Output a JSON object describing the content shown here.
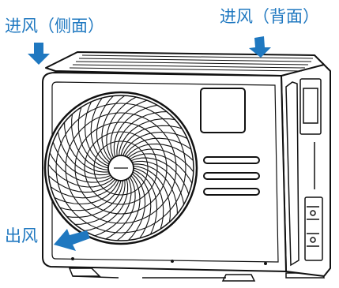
{
  "labels": {
    "side_intake": "进风（侧面）",
    "back_intake": "进风（背面）",
    "outlet": "出风"
  },
  "colors": {
    "label_text": "#1f78c0",
    "arrow": "#1f78c0",
    "outline": "#111111",
    "background": "#ffffff"
  },
  "icons": [
    "down-arrow-icon",
    "down-arrow-icon",
    "outlet-arrow-icon"
  ]
}
